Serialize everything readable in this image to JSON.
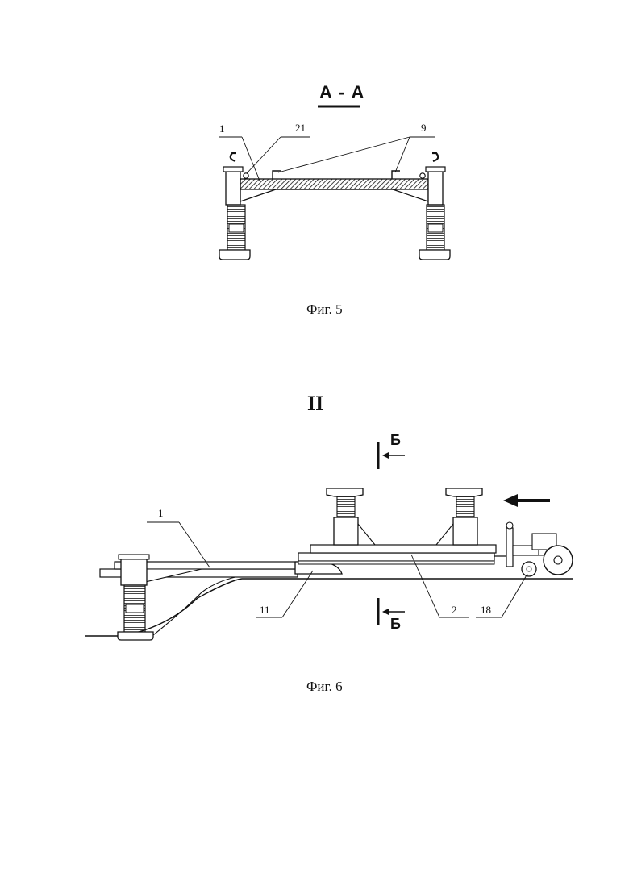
{
  "figure5": {
    "section_title": "А - А",
    "caption": "Фиг. 5",
    "callouts": [
      "1",
      "21",
      "9"
    ]
  },
  "figure6": {
    "view_label": "II",
    "caption": "Фиг. 6",
    "callouts": [
      "1",
      "11",
      "2",
      "18"
    ],
    "cut_labels": [
      "Б",
      "Б"
    ]
  }
}
